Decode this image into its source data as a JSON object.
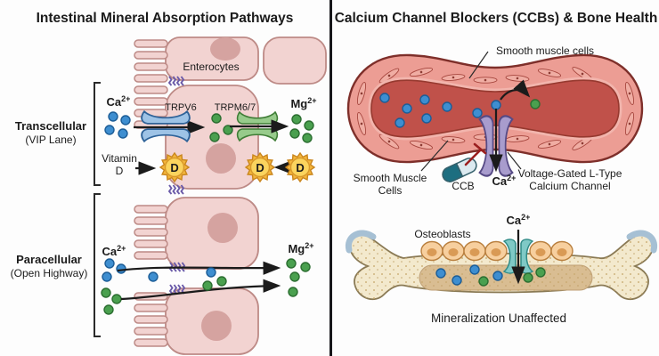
{
  "left_panel": {
    "title": "Intestinal Mineral Absorption Pathways",
    "enterocytes_label": "Enterocytes",
    "transcellular": {
      "label_line1": "Transcellular",
      "label_line2": "(VIP Lane)",
      "trpv6_label": "TRPV6",
      "trpm67_label": "TRPM6/7",
      "vitamin_d_line1": "Vitamin",
      "vitamin_d_line2": "D",
      "sun_letter": "D"
    },
    "paracellular": {
      "label_line1": "Paracellular",
      "label_line2": "(Open Highway)"
    }
  },
  "right_panel": {
    "title": "Calcium Channel Blockers (CCBs) & Bone Health",
    "vessel": {
      "smooth_muscle_top_label": "Smooth muscle cells",
      "smooth_muscle_bottom_line1": "Smooth Muscle",
      "smooth_muscle_bottom_line2": "Cells",
      "ccb_label": "CCB",
      "channel_label_line1": "Voltage-Gated L-Type",
      "channel_label_line2": "Calcium Channel"
    },
    "bone": {
      "osteoblasts_label": "Osteoblasts",
      "caption": "Mineralization Unaffected"
    }
  },
  "ions": {
    "ca_base": "Ca",
    "ca_sup": "2+",
    "mg_base": "Mg",
    "mg_sup": "2+"
  },
  "icons": {
    "vitamin_d_sun": "12-point-star-with-D",
    "tight_junction": "purple-zigzag",
    "ion_channel": "gate-shape",
    "ccb_pill": "capsule",
    "inhibition": "red-t-bar",
    "flow_arrow": "black-arrow"
  },
  "colors": {
    "calcium_blue": "#3e8ed0",
    "magnesium_green": "#4aa04f",
    "trpv6_channel_blue": "#9ec3e6",
    "trpm67_channel_green": "#97cb8b",
    "tight_junction_purple": "#6a5aa8",
    "vitamin_d_gold": "#f4b63c",
    "cell_pink": "#f2d3d1",
    "vessel_wall_salmon": "#ec9d94",
    "vessel_lumen_red": "#c0514a",
    "l_type_channel_purple": "#a89ccd",
    "ccb_teal": "#1d6e80",
    "inhibition_red": "#9b1f1f",
    "bone_cream": "#f3e9cd",
    "bone_marrow_tan": "#d9bd92",
    "osteoblast_peach": "#f7cf9e",
    "bone_channel_teal": "#7fc9c6",
    "cartilage_blue": "#a6c0d4"
  }
}
